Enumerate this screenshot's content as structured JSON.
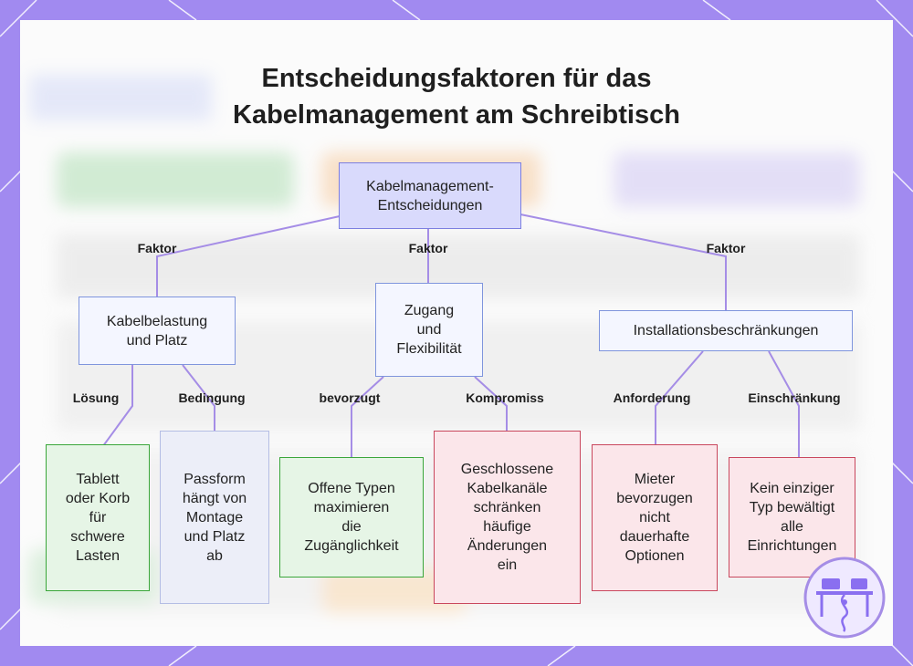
{
  "title_lines": [
    "Entscheidungsfaktoren für das",
    "Kabelmanagement am Schreibtisch"
  ],
  "colors": {
    "frame": "#a18af0",
    "edge": "#a58de6",
    "root_fill": "#d9dafc",
    "green_border": "#3aa63a",
    "red_border": "#c9475d",
    "blue_border": "#b4bde4"
  },
  "root": [
    "Kabelmanagement-",
    "Entscheidungen"
  ],
  "factor_label": "Faktor",
  "factors": [
    {
      "lines": [
        "Kabelbelastung",
        "und Platz"
      ]
    },
    {
      "lines": [
        "Zugang",
        "und",
        "Flexibilität"
      ]
    },
    {
      "lines": [
        "Installationsbeschränkungen"
      ]
    }
  ],
  "edge_labels": [
    "Lösung",
    "Bedingung",
    "bevorzugt",
    "Kompromiss",
    "Anforderung",
    "Einschränkung"
  ],
  "leaves": [
    {
      "lines": [
        "Tablett",
        "oder Korb",
        "für",
        "schwere",
        "Lasten"
      ]
    },
    {
      "lines": [
        "Passform",
        "hängt von",
        "Montage",
        "und Platz",
        "ab"
      ]
    },
    {
      "lines": [
        "Offene Typen",
        "maximieren",
        "die",
        "Zugänglichkeit"
      ]
    },
    {
      "lines": [
        "Geschlossene",
        "Kabelkanäle",
        "schränken",
        "häufige",
        "Änderungen",
        "ein"
      ]
    },
    {
      "lines": [
        "Mieter",
        "bevorzugen",
        "nicht",
        "dauerhafte",
        "Optionen"
      ]
    },
    {
      "lines": [
        "Kein einziger",
        "Typ bewältigt",
        "alle",
        "Einrichtungen"
      ]
    }
  ],
  "logo_icon": "desk-cable-icon"
}
